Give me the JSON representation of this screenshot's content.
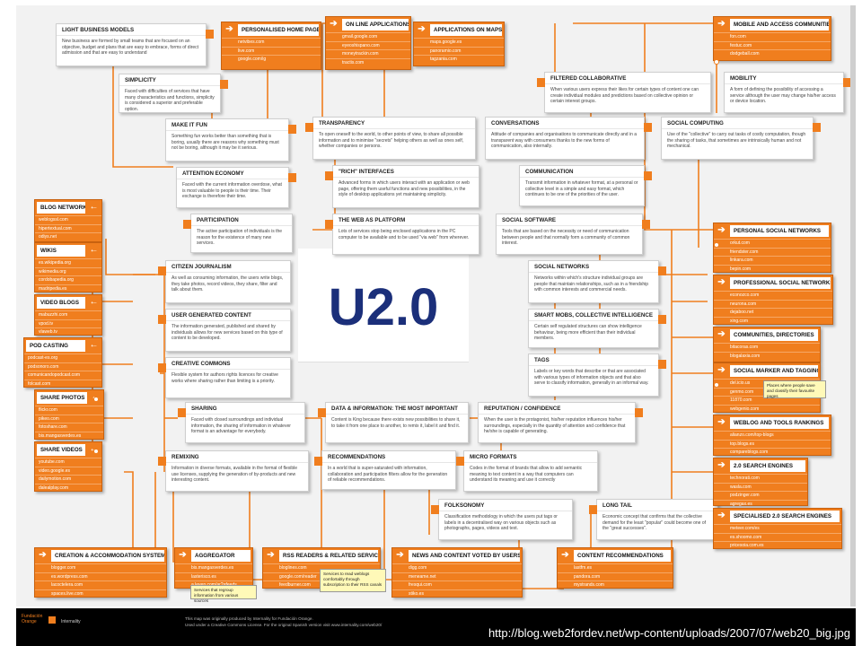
{
  "center_label": "U2.0",
  "footer": {
    "logo_line1": "Fundación",
    "logo_line2": "Orange",
    "logo_partner": "Internality",
    "credit_line1": "This map was originally produced by Internality for Fundación Orange.",
    "credit_line2": "Used under a Creative Commons License. For the original Spanish version visit www.internality.com/web20/",
    "url": "http://blog.web2fordev.net/wp-content/uploads/2007/07/web20_big.jpg"
  },
  "concepts": {
    "light_business": {
      "title": "LIGHT BUSINESS MODELS",
      "desc": "New business are formed by small teams that are focused on an objective, budget and plans that are easy to embrace, forms of direct admission and that are easy to understand"
    },
    "simplicity": {
      "title": "SIMPLICITY",
      "desc": "Faced with difficulties of services that have many characteristics and functions, simplicity is considered a superior and preferable option."
    },
    "make_it_fun": {
      "title": "MAKE IT FUN",
      "desc": "Something fun works better than something that is boring, usually there are reasons why something must not be boring, although it may be it serious."
    },
    "attention_economy": {
      "title": "ATTENTION ECONOMY",
      "desc": "Faced with the current information overdose, what is most valuable to people is their time. Their exchange is therefore their time."
    },
    "participation": {
      "title": "PARTICIPATION",
      "desc": "The active participation of individuals is the reason for the existence of many new services."
    },
    "citizen_journalism": {
      "title": "CITIZEN JOURNALISM",
      "desc": "As well as consuming information, the users write blogs, they take photos, record videos, they share, filter and talk about them."
    },
    "ugc": {
      "title": "USER GENERATED CONTENT",
      "desc": "The information generated, published and shared by individuals allows for new services based on this type of content to be developed."
    },
    "creative_commons": {
      "title": "CREATIVE COMMONS",
      "desc": "Flexible system for authors rights licences for creative works where sharing rather than limiting is a priority."
    },
    "sharing": {
      "title": "SHARING",
      "desc": "Faced with closed surroundings and individual information, the sharing of information in whatever format is an advantage for everybody."
    },
    "remixing": {
      "title": "REMIXING",
      "desc": "Information in diverse formats, available in the format of flexible use licenses, supplying the generation of by-products and new interesting content."
    },
    "transparency": {
      "title": "TRANSPARENCY",
      "desc": "To open oneself to the world, to other points of view, to share all possible information and to minimise \"secrets\" helping others as well as ones self, whether companies or persons."
    },
    "rich_interfaces": {
      "title": "\"RICH\" INTERFACES",
      "desc": "Advanced forms in which users interact with an application or web page, offering them useful functions and new possibilities, in the style of desktop applications yet maintaining simplicity."
    },
    "web_as_platform": {
      "title": "THE WEB AS PLATFORM",
      "desc": "Lots of services stop being enclosed applications in the PC computer to be available and to be used \"via web\" from wherever."
    },
    "data_important": {
      "title": "DATA & INFORMATION: THE MOST IMPORTANT",
      "desc": "Content is King because there exists new possibilities to share it, to take it from one place to another, to remix it, label it and find it."
    },
    "recommendations": {
      "title": "RECOMMENDATIONS",
      "desc": "In a world that is super-saturated with information, collaboration and participation filters allow for the generation of reliable recommendations."
    },
    "filtered_collab": {
      "title": "FILTERED COLLABORATIVE",
      "desc": "When various users express their likes for certain types of content one can create individual modules and predictions based on collective opinion or certain interest groups."
    },
    "mobility": {
      "title": "MOBILITY",
      "desc": "A form of defining the possibility of accessing a service although the user may change his/her access or device location."
    },
    "conversations": {
      "title": "CONVERSATIONS",
      "desc": "Attitude of companies and organisations to communicate directly and in a transparent way with consumers thanks to the new forms of communication, also internally."
    },
    "social_computing": {
      "title": "SOCIAL COMPUTING",
      "desc": "Use of the \"collective\" to carry out tasks of costly computation, though the sharing of tasks, that sometimes are intrinsically human and not mechanical."
    },
    "communication": {
      "title": "COMMUNICATION",
      "desc": "Transmit information in whatever format, at a personal or collective level in a simple and easy format, which continues to be one of the priorities of the user."
    },
    "social_software": {
      "title": "SOCIAL SOFTWARE",
      "desc": "Tools that are based on the necessity or need of communication between people and that normally form a community of common interest."
    },
    "social_networks": {
      "title": "SOCIAL NETWORKS",
      "desc": "Networks within which's structure individual groups are people that maintain relationships, such as in a friendship with common interests and commercial needs."
    },
    "smart_mobs": {
      "title": "SMART MOBS, COLLECTIVE INTELLIGENCE",
      "desc": "Certain self regulated structures can show intelligence behaviour, being more efficient than their individual members."
    },
    "tags": {
      "title": "TAGS",
      "desc": "Labels or key words that describe or that are associated with various types of information objects and that also serve to classify information, generally in an informal way."
    },
    "reputation": {
      "title": "REPUTATION / CONFIDENCE",
      "desc": "When the user is the protagonist, his/her reputation influences his/her surroundings, especially in the quantity of attention and confidence that he/she is capable of generating."
    },
    "micro_formats": {
      "title": "MICRO FORMATS",
      "desc": "Codes in the format of brands that allow to add semantic meaning to text content in a way that computers can understand its meaning and use it correctly"
    },
    "folksonomy": {
      "title": "FOLKSONOMY",
      "desc": "Classification methodology in which the users put tags or labels in a decentralised way on various objects such as photographs, pages, videos and text."
    },
    "long_tail": {
      "title": "LONG TAIL",
      "desc": "Economic concept that confirms that the collective demand for the least \"popular\" could become one of the \"great successes\"."
    }
  },
  "services": {
    "personalised_home": {
      "title": "PERSONALISED HOME PAGES",
      "items": [
        "netvibes.com",
        "live.com",
        "google.com/ig"
      ]
    },
    "online_apps": {
      "title": "ON LINE APPLICATIONS",
      "items": [
        "gmail.google.com",
        "eyeoshispano.com",
        "moneytrackin.com",
        "tractis.com"
      ]
    },
    "apps_on_maps": {
      "title": "APPLICATIONS ON MAPS",
      "items": [
        "maps.google.es",
        "panoramio.com",
        "tagzania.com"
      ]
    },
    "mobile": {
      "title": "MOBILE AND ACCESS COMMUNITIES",
      "items": [
        "fon.com",
        "festuc.com",
        "dodgeball.com"
      ]
    },
    "blog_networks": {
      "title": "BLOG NETWORKS",
      "items": [
        "weblogssl.com",
        "hipertextual.com",
        "odiys.net"
      ]
    },
    "wikis": {
      "title": "WIKIS",
      "items": [
        "es.wikipedia.org",
        "wikimedia.org",
        "cordobapedia.org",
        "madripedia.es"
      ]
    },
    "video_blogs": {
      "title": "VIDEO BLOGS",
      "items": [
        "mabuzzhi.com",
        "vpod.tv",
        "vlaweb.tv"
      ]
    },
    "pod_casting": {
      "title": "POD CASTING",
      "items": [
        "podcast-es.org",
        "podsonoro.com",
        "comunicandopodcast.com",
        "folcast.com"
      ]
    },
    "share_photos": {
      "title": "SHARE PHOTOS",
      "items": [
        "flickr.com",
        "pikeo.com",
        "fotoshare.com",
        "bis.mangasverdes.es"
      ]
    },
    "share_videos": {
      "title": "SHARE VIDEOS",
      "items": [
        "youtube.com",
        "video.google.es",
        "dailymotion.com",
        "dalealplay.com"
      ]
    },
    "personal_sn": {
      "title": "PERSONAL SOCIAL NETWORKS",
      "items": [
        "orkut.com",
        "friendster.com",
        "linkara.com",
        "bepin.com"
      ]
    },
    "professional_sn": {
      "title": "PROFESSIONAL SOCIAL NETWORKS",
      "items": [
        "econozco.com",
        "neurona.com",
        "dejaboo.net",
        "xing.com"
      ]
    },
    "communities": {
      "title": "COMMUNITIES, DIRECTORIES",
      "items": [
        "bitacoras.com",
        "blogalaxia.com"
      ]
    },
    "social_marker": {
      "title": "SOCIAL MARKER AND TAGGING",
      "items": [
        "del.icio.us",
        "genmo.com",
        "11870.com",
        "webgenio.com"
      ]
    },
    "weblog_rankings": {
      "title": "WEBLOG AND TOOLS RANKINGS",
      "items": [
        "alianzo.com/top-blogs",
        "top.blogs.es",
        "compareblogs.com"
      ]
    },
    "search_engines": {
      "title": "2.0 SEARCH ENGINES",
      "items": [
        "technorati.com",
        "wasla.com",
        "podzinger.com",
        "agregax.es"
      ]
    },
    "specialised_search": {
      "title": "SPECIALISED 2.0 SEARCH ENGINES",
      "items": [
        "meteer.com/es",
        "es.shoomo.com",
        "pricesoia.com.es"
      ]
    },
    "creation_hosting": {
      "title": "CREATION & ACCOMMODATION SYSTEMS",
      "items": [
        "blogger.com",
        "es.wordpress.com",
        "lacoctelera.com",
        "spaces.live.com"
      ]
    },
    "aggregator": {
      "title": "AGGREGATOR",
      "items": [
        "bis.mangasverdes.es",
        "lasterisco.es",
        "a.leven.com/ar?=feeds"
      ]
    },
    "rss_readers": {
      "title": "RSS READERS & RELATED SERVICES",
      "items": [
        "bloglines.com",
        "google.com/reader",
        "feedburner.com"
      ]
    },
    "news_voted": {
      "title": "NEWS AND CONTENT VOTED BY USERS",
      "items": [
        "digg.com",
        "meneame.net",
        "fresqui.com",
        "stiko.es"
      ]
    },
    "content_recs": {
      "title": "CONTENT RECOMMENDATIONS",
      "items": [
        "lastfm.es",
        "pandora.com",
        "mystrands.com"
      ]
    }
  },
  "notes": {
    "tagging_note": "Places where people save and classify their favourite pages",
    "aggregator_note": "Services that regroup information from various sources",
    "rss_note": "Services to read weblogs comfortably through subscription to their RSS canals"
  },
  "colors": {
    "accent": "#f07e1e",
    "center_text": "#1b2f7a",
    "background": "#f2f2f2",
    "footer": "#000000"
  }
}
